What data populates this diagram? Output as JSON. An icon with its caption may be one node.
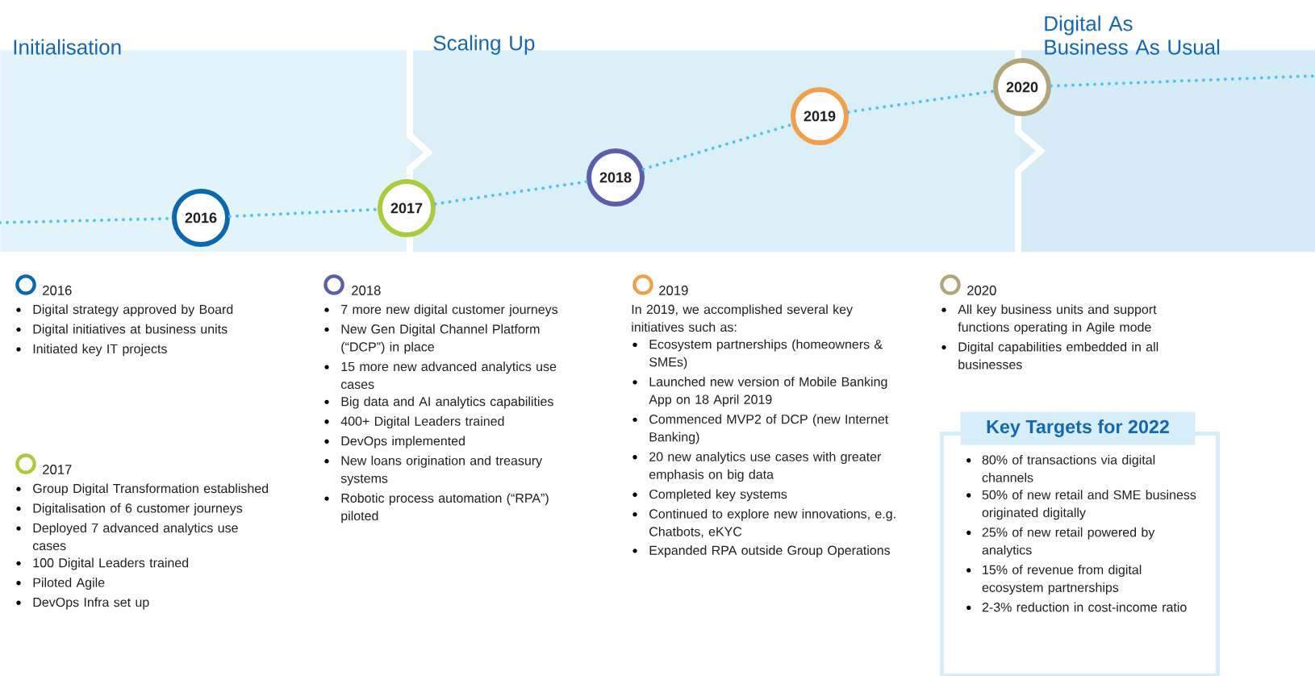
{
  "diagram": {
    "nodes": [
      {
        "text": [
          "Initialisation"
        ]
      },
      {
        "text": [
          "Scaling Up"
        ]
      },
      {
        "text": [
          "Digital As Business As Usual"
        ]
      },
      {
        "text": [
          "2016"
        ],
        "in": 0
      },
      {
        "text": [
          "2017"
        ]
      },
      {
        "text": [
          "2018"
        ],
        "in": 1
      },
      {
        "text": [
          "2019"
        ],
        "in": 1
      },
      {
        "text": [
          "2020"
        ]
      },
      {
        "text": [
          "Key Targets for 2022",
          "80% of transactions via digital channels",
          "50% of new retail and SME business originated digitally",
          "25% of new retail powered by analytics",
          "15% of revenue from digital ecosystem partnerships",
          "2-3% reduction in cost-income ratio"
        ]
      }
    ],
    "edges": [
      {
        "from": 0,
        "to": 3,
        "arrow": "none"
      },
      {
        "from": 3,
        "to": 4,
        "arrow": "none"
      },
      {
        "from": 4,
        "to": 5,
        "arrow": "none"
      },
      {
        "from": 5,
        "to": 6,
        "arrow": "none"
      },
      {
        "from": 6,
        "to": 7,
        "arrow": "none"
      },
      {
        "from": 7,
        "to": 2,
        "arrow": "none"
      }
    ],
    "labels": [
      "2016",
      "Digital strategy approved by Board",
      "Digital initiatives at business units",
      "Initiated key IT projects",
      "2017",
      "Group Digital Transformation established",
      "Digitalisation of 6 customer journeys",
      "Deployed 7 advanced analytics use cases",
      "100 Digital Leaders trained",
      "Piloted Agile",
      "DevOps Infra set up",
      "2018",
      "7 more new digital customer journeys",
      "New Gen Digital Channel Platform (“DCP”) in place",
      "15 more new advanced analytics use cases",
      "Big data and AI analytics capabilities",
      "400+ Digital Leaders trained",
      "DevOps implemented",
      "New loans origination and treasury systems",
      "Robotic process automation (“RPA”) piloted",
      "2019",
      "In 2019, we accomplished several key initiatives such as:",
      "Ecosystem partnerships (homeowners & SMEs)",
      "Launched new version of Mobile Banking App on 18 April 2019",
      "Commenced MVP2 of DCP (new Internet Banking)",
      "20 new analytics use cases with greater emphasis on big data",
      "Completed key systems",
      "Continued to explore new innovations, e.g. Chatbots, eKYC",
      "Expanded RPA outside Group Operations",
      "2020",
      "All key business units and support functions operating in Agile mode",
      "Digital capabilities embedded in all businesses"
    ]
  }
}
